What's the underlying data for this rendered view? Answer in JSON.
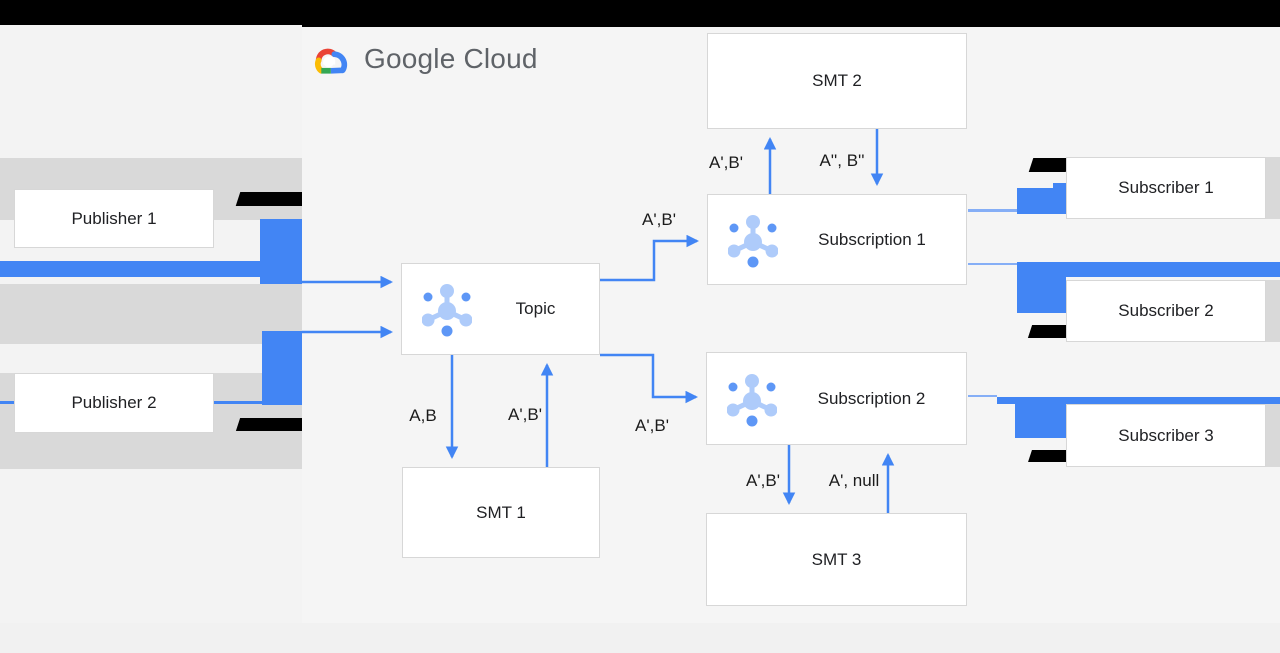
{
  "header": {
    "logo_text": "Google Cloud"
  },
  "nodes": {
    "publisher1": {
      "label": "Publisher 1"
    },
    "publisher2": {
      "label": "Publisher 2"
    },
    "topic": {
      "label": "Topic"
    },
    "smt1": {
      "label": "SMT 1"
    },
    "smt2": {
      "label": "SMT 2"
    },
    "smt3": {
      "label": "SMT 3"
    },
    "subscription1": {
      "label": "Subscription 1"
    },
    "subscription2": {
      "label": "Subscription 2"
    },
    "subscriber1": {
      "label": "Subscriber 1"
    },
    "subscriber2": {
      "label": "Subscriber 2"
    },
    "subscriber3": {
      "label": "Subscriber 3"
    }
  },
  "edge_labels": {
    "topic_to_smt1_down": "A,B",
    "smt1_to_topic_up": "A',B'",
    "topic_to_subscription1": "A',B'",
    "topic_to_subscription2": "A',B'",
    "subscription1_to_smt2_up": "A',B'",
    "smt2_to_subscription1_down": "A'', B''",
    "subscription2_to_smt3_down": "A',B'",
    "smt3_to_subscription2_up": "A', null"
  },
  "colors": {
    "arrow_blue": "#4285f4",
    "band_gray": "#d9d9d9",
    "redaction_black": "#000000",
    "icon_blue_light": "#aecbfa",
    "icon_blue_medium": "#5e97f6",
    "logo_text_gray": "#5f6368",
    "background": "#f5f5f5"
  }
}
